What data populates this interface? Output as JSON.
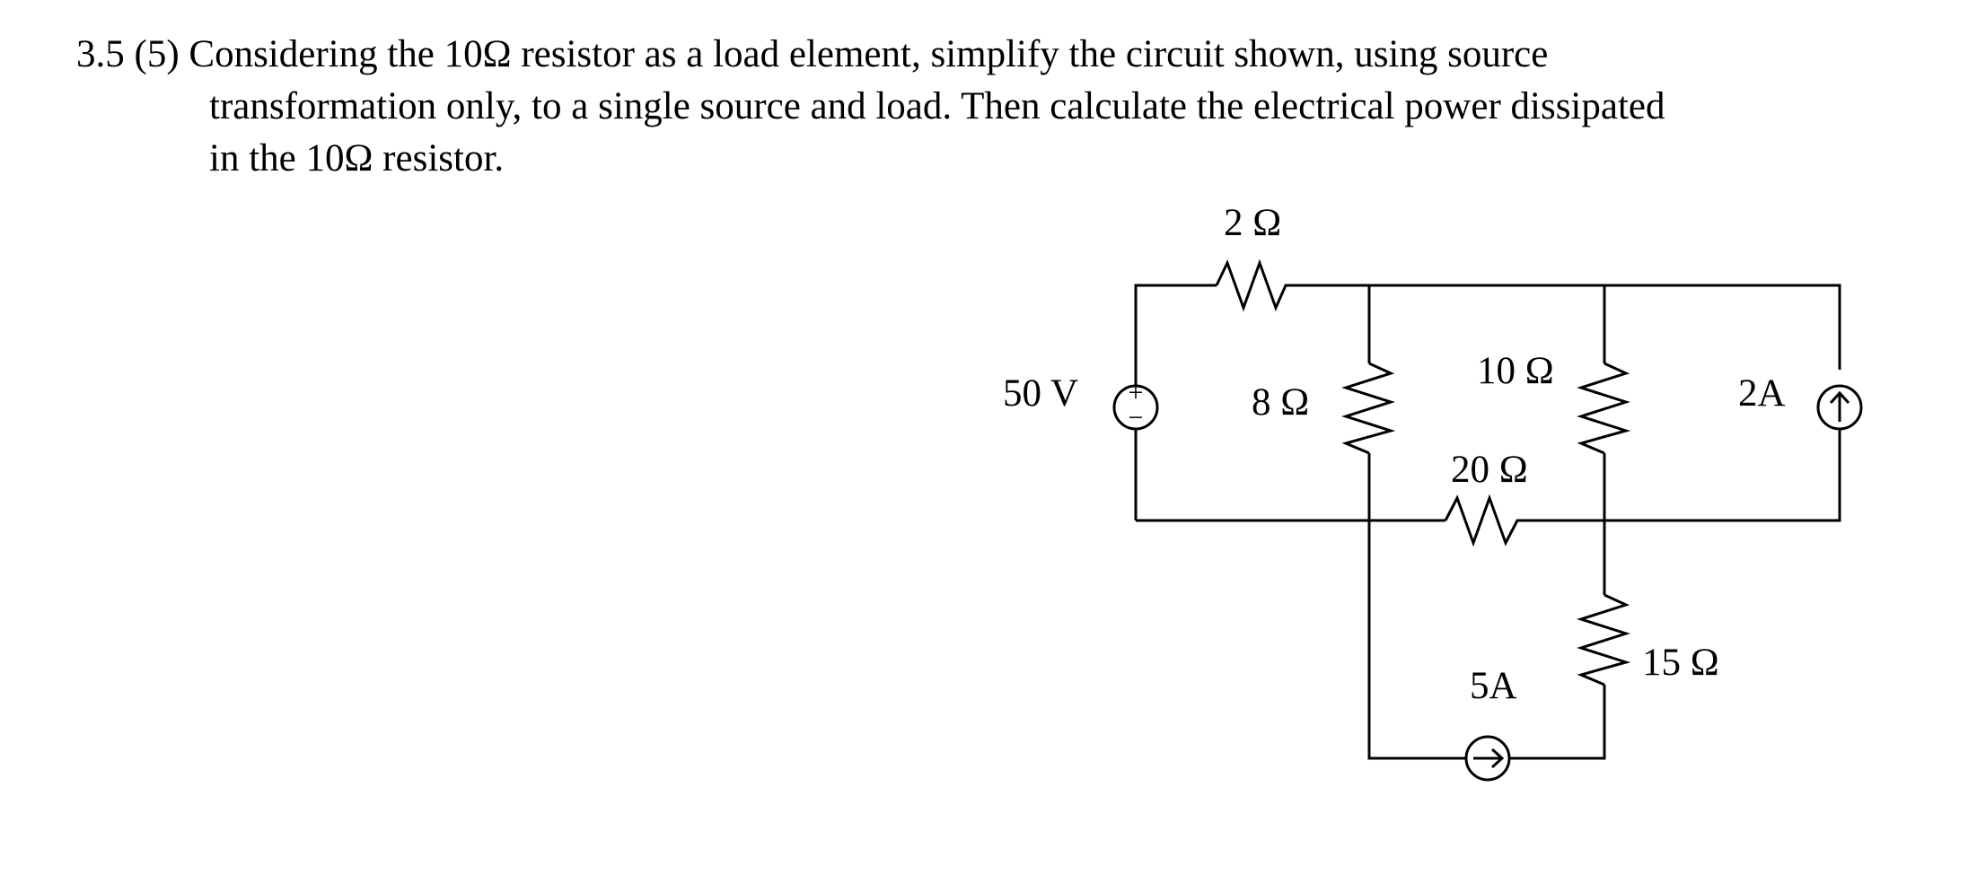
{
  "problem": {
    "number": "3.5 (5)",
    "line1": "Considering the 10Ω resistor as a load element, simplify the circuit shown, using source",
    "line2": "transformation only, to a single source and load.  Then calculate the electrical power dissipated",
    "line3": "in the 10Ω resistor."
  },
  "circuit": {
    "r_2": "2 Ω",
    "r_8": "8 Ω",
    "r_10": "10 Ω",
    "r_20": "20 Ω",
    "r_15": "15 Ω",
    "v_source": "50 V",
    "i_source_2a": "2A",
    "i_source_5a": "5A",
    "plus_sign": "+",
    "minus_sign": "−"
  }
}
